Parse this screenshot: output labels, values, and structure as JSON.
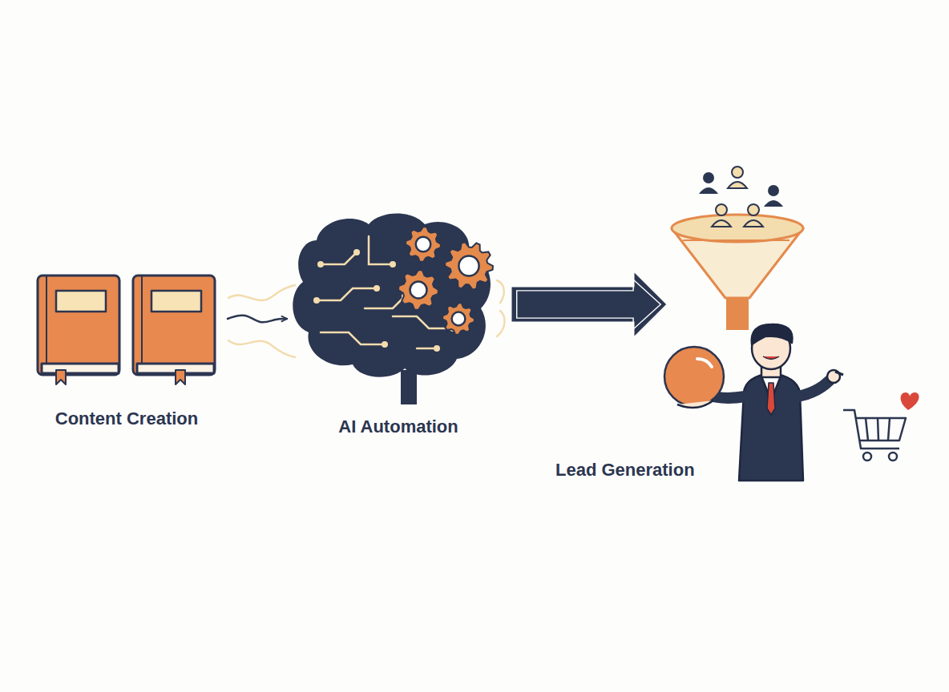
{
  "diagram": {
    "nodes": [
      {
        "text": [
          "Content Creation"
        ]
      },
      {
        "text": [
          "AI Automation"
        ]
      },
      {
        "text": [
          "Lead Generation"
        ]
      }
    ],
    "edges": [
      {
        "from": 0,
        "to": 1,
        "arrow": "to"
      },
      {
        "from": 1,
        "to": 2,
        "arrow": "to"
      }
    ]
  }
}
